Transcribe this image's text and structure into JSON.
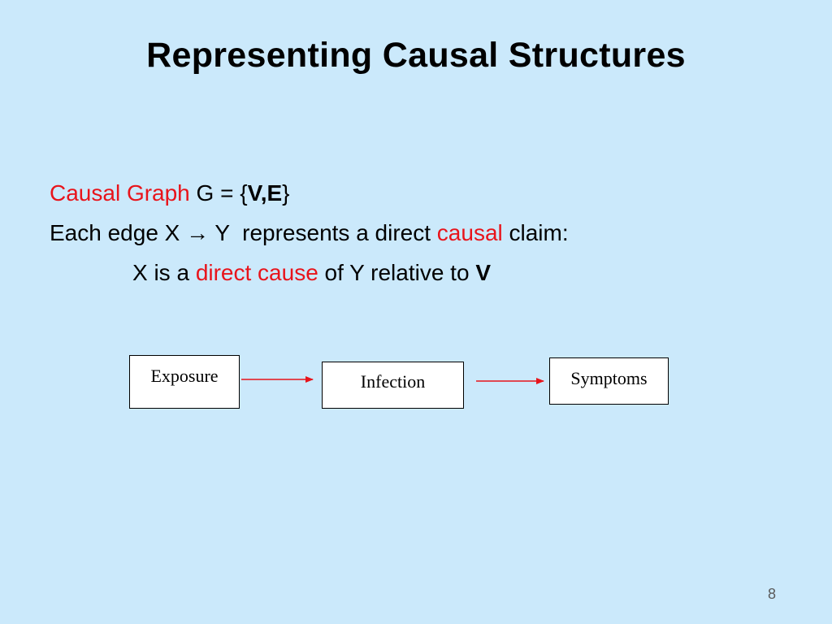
{
  "slide": {
    "title": "Representing Causal Structures",
    "page_number": "8"
  },
  "definition": {
    "term": "Causal Graph",
    "equals": " G = {",
    "set": "V,E",
    "close": "}"
  },
  "edge_claim": {
    "prefix": "Each edge X ",
    "arrow": "→",
    "middle": " Y  represents a direct ",
    "highlight": "causal",
    "suffix": " claim:"
  },
  "relative_claim": {
    "prefix": "X is a ",
    "highlight": "direct cause",
    "middle": " of Y relative to ",
    "bold_v": "V"
  },
  "diagram": {
    "nodes": [
      {
        "id": "exposure",
        "label": "Exposure"
      },
      {
        "id": "infection",
        "label": "Infection"
      },
      {
        "id": "symptoms",
        "label": "Symptoms"
      }
    ],
    "edges": [
      {
        "from": "exposure",
        "to": "infection"
      },
      {
        "from": "infection",
        "to": "symptoms"
      }
    ],
    "edge_color": "#e8141b"
  },
  "colors": {
    "background": "#cbe9fb",
    "accent_red": "#e8141b"
  }
}
